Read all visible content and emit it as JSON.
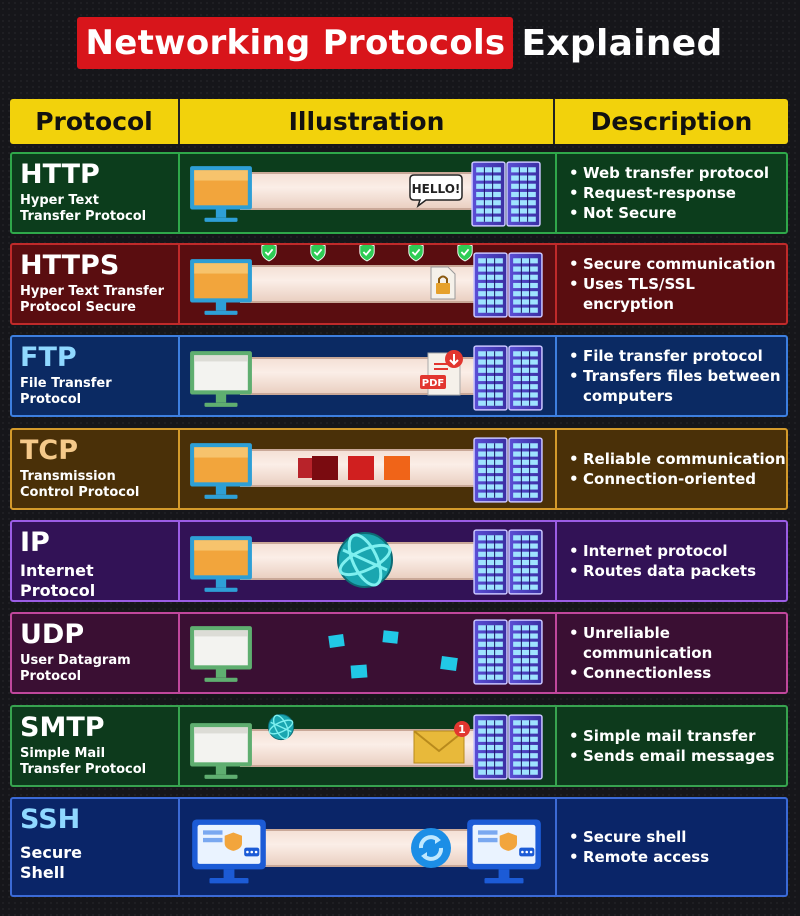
{
  "title": {
    "highlight": "Networking Protocols",
    "rest": "Explained"
  },
  "header": {
    "protocol": "Protocol",
    "illustration": "Illustration",
    "description": "Description"
  },
  "rows": [
    {
      "name": "HTTP",
      "full": "Hyper Text\nTransfer Protocol",
      "desc": [
        "Web transfer protocol",
        "Request-response",
        "Not Secure"
      ],
      "bubble": "HELLO!"
    },
    {
      "name": "HTTPS",
      "full": "Hyper Text Transfer\nProtocol Secure",
      "desc": [
        "Secure communication",
        "Uses TLS/SSL encryption"
      ]
    },
    {
      "name": "FTP",
      "full": "File Transfer\nProtocol",
      "desc": [
        "File transfer protocol",
        "Transfers files between computers"
      ],
      "file_label": "PDF"
    },
    {
      "name": "TCP",
      "full": "Transmission\nControl Protocol",
      "desc": [
        "Reliable communication",
        "Connection-oriented"
      ]
    },
    {
      "name": "IP",
      "full": "Internet\nProtocol",
      "desc": [
        "Internet protocol",
        "Routes data packets"
      ]
    },
    {
      "name": "UDP",
      "full": "User Datagram\nProtocol",
      "desc": [
        "Unreliable communication",
        "Connectionless"
      ]
    },
    {
      "name": "SMTP",
      "full": "Simple Mail\nTransfer Protocol",
      "desc": [
        "Simple mail transfer",
        "Sends email messages"
      ],
      "badge": "1"
    },
    {
      "name": "SSH",
      "full": "Secure\nShell",
      "desc": [
        "Secure shell",
        "Remote access"
      ]
    }
  ],
  "colors": {
    "http": {
      "bg": "#0c3d1c",
      "border": "#2fa84a",
      "title": "#ffffff"
    },
    "https": {
      "bg": "#5a0d10",
      "border": "#c02a2a",
      "title": "#ffffff"
    },
    "ftp": {
      "bg": "#0b2a63",
      "border": "#3d7fe0",
      "title": "#8fd8ff"
    },
    "tcp": {
      "bg": "#4a3008",
      "border": "#d49a2b",
      "title": "#f5c98a"
    },
    "ip": {
      "bg": "#321256",
      "border": "#9b5de5",
      "title": "#ffffff"
    },
    "udp": {
      "bg": "#3a0f33",
      "border": "#c0479c",
      "title": "#ffffff"
    },
    "smtp": {
      "bg": "#0d3a1c",
      "border": "#37a34f",
      "title": "#ffffff"
    },
    "ssh": {
      "bg": "#0a2568",
      "border": "#3b6ad6",
      "title": "#8fd8ff"
    }
  }
}
